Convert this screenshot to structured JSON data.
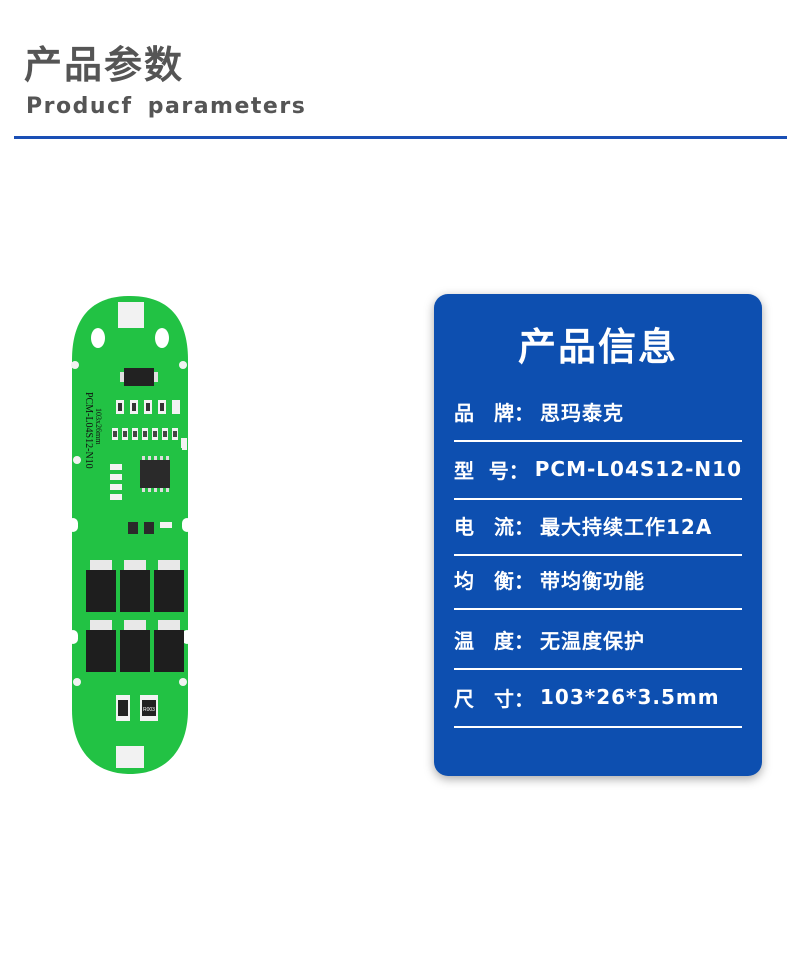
{
  "header": {
    "title_cn": "产品参数",
    "title_en": "Producf parameters"
  },
  "board": {
    "silk_model": "PCM-L04S12-N10",
    "silk_size": "103x26mm",
    "resistor_code": "R003"
  },
  "info_card": {
    "title": "产品信息",
    "rows": [
      {
        "label_a": "品",
        "label_b": "牌",
        "colon": "：",
        "value": "思玛泰克"
      },
      {
        "label_a": "型",
        "label_b": "号",
        "colon": "：",
        "value": "PCM-L04S12-N10"
      },
      {
        "label_a": "电",
        "label_b": "流",
        "colon": "：",
        "value": "最大持续工作12A"
      },
      {
        "label_a": "均",
        "label_b": "衡",
        "colon": "：",
        "value": "带均衡功能"
      },
      {
        "label_a": "温",
        "label_b": "度",
        "colon": "：",
        "value": "无温度保护"
      },
      {
        "label_a": "尺",
        "label_b": "寸",
        "colon": "：",
        "value": "103*26*3.5mm"
      }
    ]
  },
  "colors": {
    "accent": "#1a4fb5",
    "card_bg": "#0d4fb0",
    "pcb_green": "#22c244",
    "heading_gray": "#555555"
  }
}
